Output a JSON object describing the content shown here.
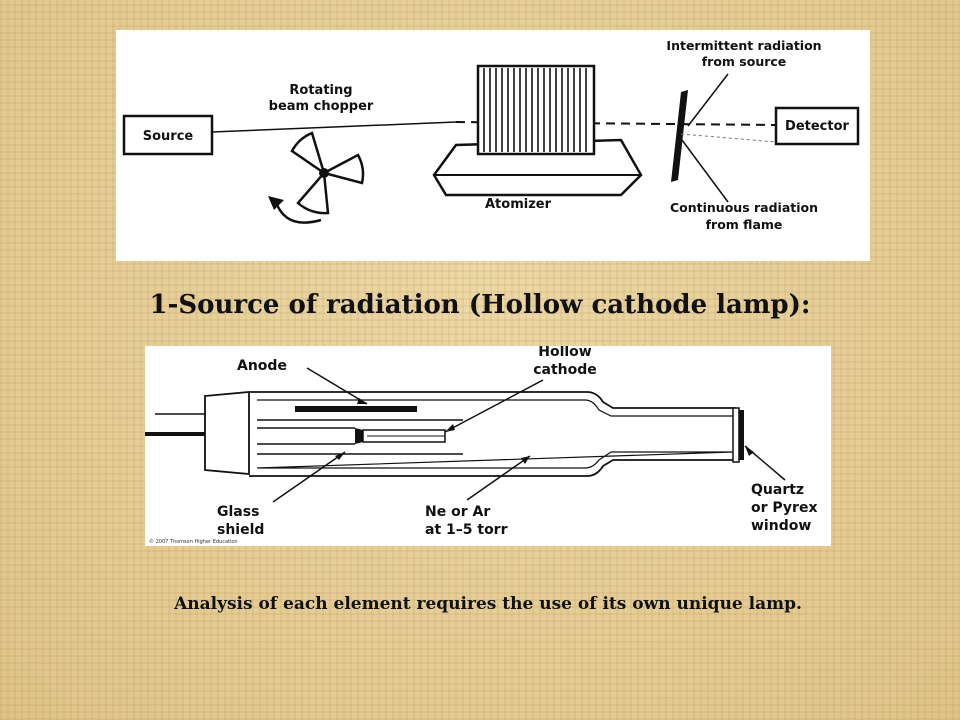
{
  "aas_diagram": {
    "source": "Source",
    "chopper_line1": "Rotating",
    "chopper_line2": "beam chopper",
    "atomizer": "Atomizer",
    "detector": "Detector",
    "intermittent_line1": "Intermittent radiation",
    "intermittent_line2": "from source",
    "continuous_line1": "Continuous radiation",
    "continuous_line2": "from flame"
  },
  "heading": "1-Source of radiation (Hollow cathode lamp):",
  "lamp_diagram": {
    "anode": "Anode",
    "hollow_line1": "Hollow",
    "hollow_line2": "cathode",
    "glass_line1": "Glass",
    "glass_line2": "shield",
    "gas_line1": "Ne or Ar",
    "gas_line2": "at 1–5 torr",
    "window_line1": "Quartz",
    "window_line2": "or Pyrex",
    "window_line3": "window",
    "copyright": "© 2007 Thomson Higher Education"
  },
  "footnote": "Analysis of each element requires the use of its own unique lamp."
}
